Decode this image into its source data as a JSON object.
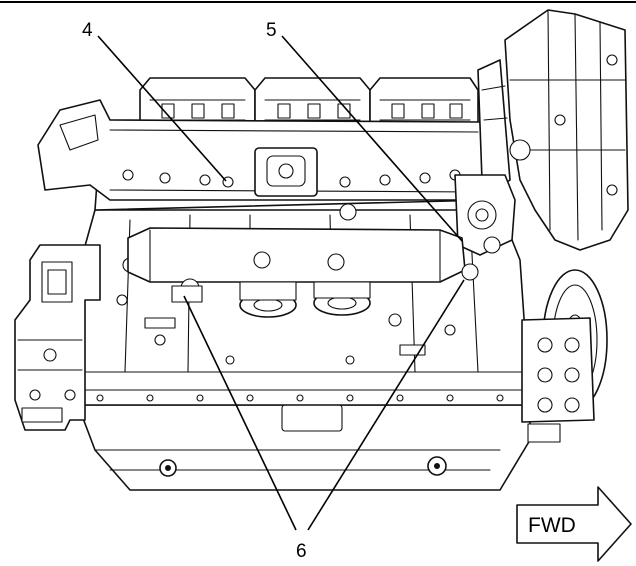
{
  "callouts": {
    "c4": "4",
    "c5": "5",
    "c6": "6"
  },
  "direction_arrow": {
    "label": "FWD"
  },
  "colors": {
    "line": "#111111",
    "background": "#ffffff"
  }
}
